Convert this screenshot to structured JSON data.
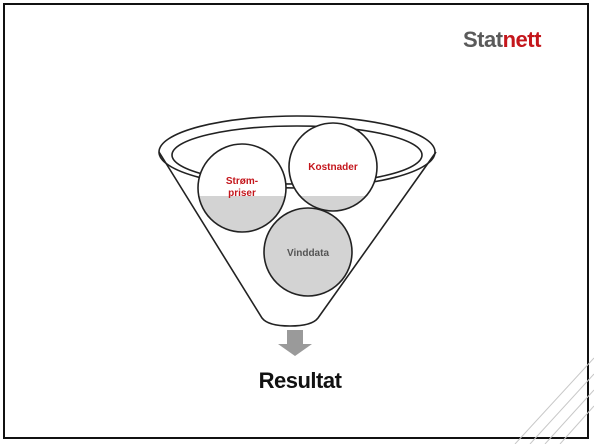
{
  "logo": {
    "part1": "Stat",
    "part2": "nett",
    "color_dark": "#5a5a5a",
    "color_accent": "#c4161c"
  },
  "funnel": {
    "items": [
      {
        "label_line1": "Strøm-",
        "label_line2": "priser",
        "text_color": "#c4161c"
      },
      {
        "label": "Kostnader",
        "text_color": "#c4161c"
      },
      {
        "label": "Vinddata",
        "text_color": "#555555"
      }
    ]
  },
  "result": {
    "label": "Resultat"
  },
  "colors": {
    "circle_fill_lower": "#d3d3d3",
    "outline": "#222222",
    "arrow": "#9a9a9a"
  }
}
